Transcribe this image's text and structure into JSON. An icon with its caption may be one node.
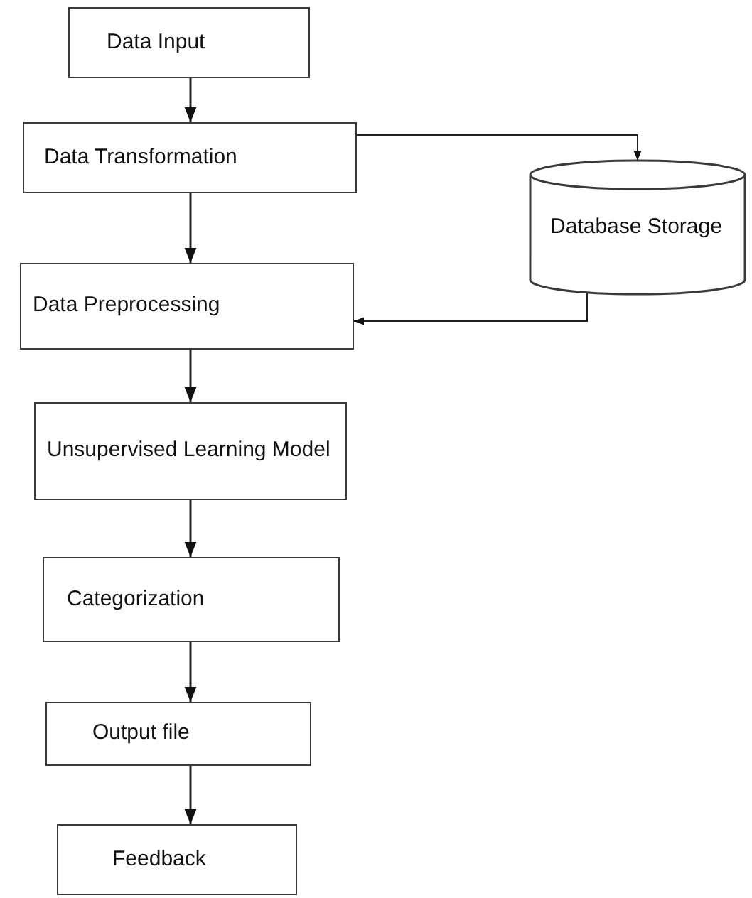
{
  "diagram": {
    "nodes": [
      {
        "text": [
          "Data Input"
        ]
      },
      {
        "text": [
          "Data Transformation"
        ]
      },
      {
        "text": [
          "Database Storage"
        ]
      },
      {
        "text": [
          "Data Preprocessing"
        ]
      },
      {
        "text": [
          "Unsupervised Learning Model"
        ]
      },
      {
        "text": [
          "Categorization"
        ]
      },
      {
        "text": [
          "Output file"
        ]
      },
      {
        "text": [
          "Feedback"
        ]
      }
    ],
    "edges": [
      {
        "from": 0,
        "to": 1,
        "arrow": "to"
      },
      {
        "from": 1,
        "to": 3,
        "arrow": "to"
      },
      {
        "from": 1,
        "to": 2,
        "arrow": "to"
      },
      {
        "from": 2,
        "to": 3,
        "arrow": "to"
      },
      {
        "from": 3,
        "to": 4,
        "arrow": "to"
      },
      {
        "from": 4,
        "to": 5,
        "arrow": "to"
      },
      {
        "from": 5,
        "to": 6,
        "arrow": "to"
      },
      {
        "from": 6,
        "to": 7,
        "arrow": "to"
      }
    ]
  }
}
